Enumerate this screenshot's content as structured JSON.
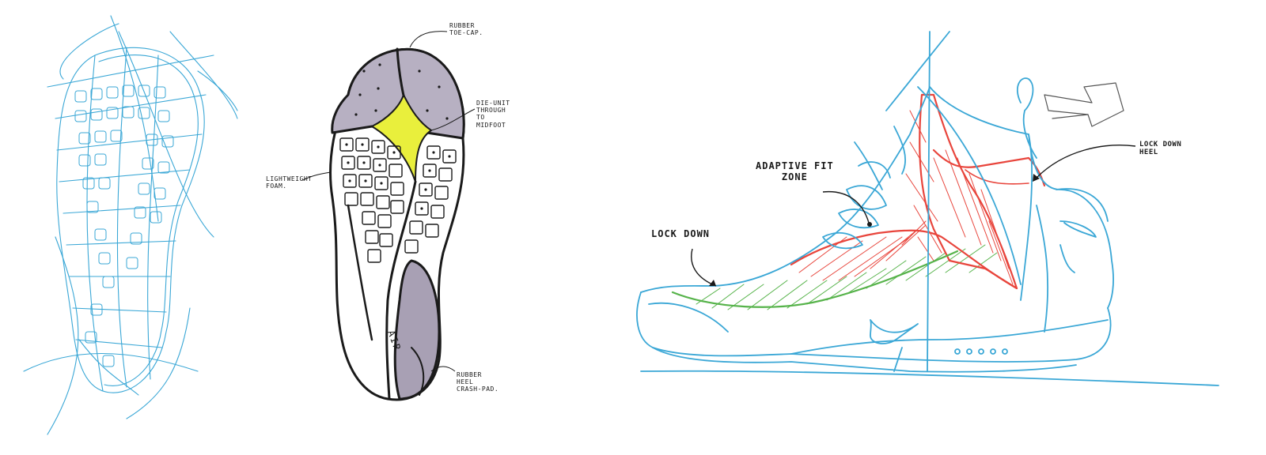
{
  "annotations": {
    "rubber_toe_cap": "RUBBER\nTOE-CAP.",
    "die_unit": "DIE-UNIT\nTHROUGH\nTO\nMIDFOOT",
    "lightweight_foam": "LIGHTWEIGHT\nFOAM.",
    "rubber_heel_crash_pad": "RUBBER\nHEEL\nCRASH-PAD.",
    "adaptive_fit_zone": "ADAPTIVE FIT\nZONE",
    "lock_down": "LOCK DOWN",
    "lock_down_heel": "LOCK DOWN\nHEEL",
    "sole_brand_text": "AIR"
  },
  "colors": {
    "sketch_blue": "#3aa7d6",
    "ink_black": "#1a1a1a",
    "rubber_gray": "#a8a0b4",
    "midfoot_yellow": "#e9ef3c",
    "fit_red": "#e8453c",
    "lockdown_green": "#56b34a",
    "paper": "#ffffff"
  }
}
